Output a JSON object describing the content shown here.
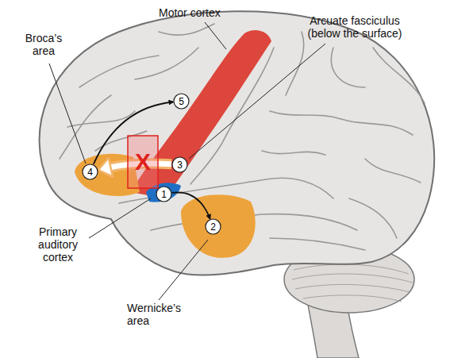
{
  "diagram": {
    "nodes": [
      {
        "text": [
          "1"
        ]
      },
      {
        "text": [
          "2"
        ]
      },
      {
        "text": [
          "3"
        ]
      },
      {
        "text": [
          "4"
        ]
      },
      {
        "text": [
          "5"
        ]
      },
      {
        "text": [
          "X"
        ]
      }
    ],
    "edges": [
      {
        "from": 0,
        "to": 1,
        "arrow": "to"
      },
      {
        "from": 2,
        "to": 3,
        "arrow": "to"
      },
      {
        "from": 3,
        "to": 4,
        "arrow": "to"
      }
    ],
    "labels": [
      "Motor cortex",
      "Broca’s area",
      "Arcuate fasciculus (below the surface)",
      "Primary auditory cortex",
      "Wernicke’s area"
    ]
  }
}
